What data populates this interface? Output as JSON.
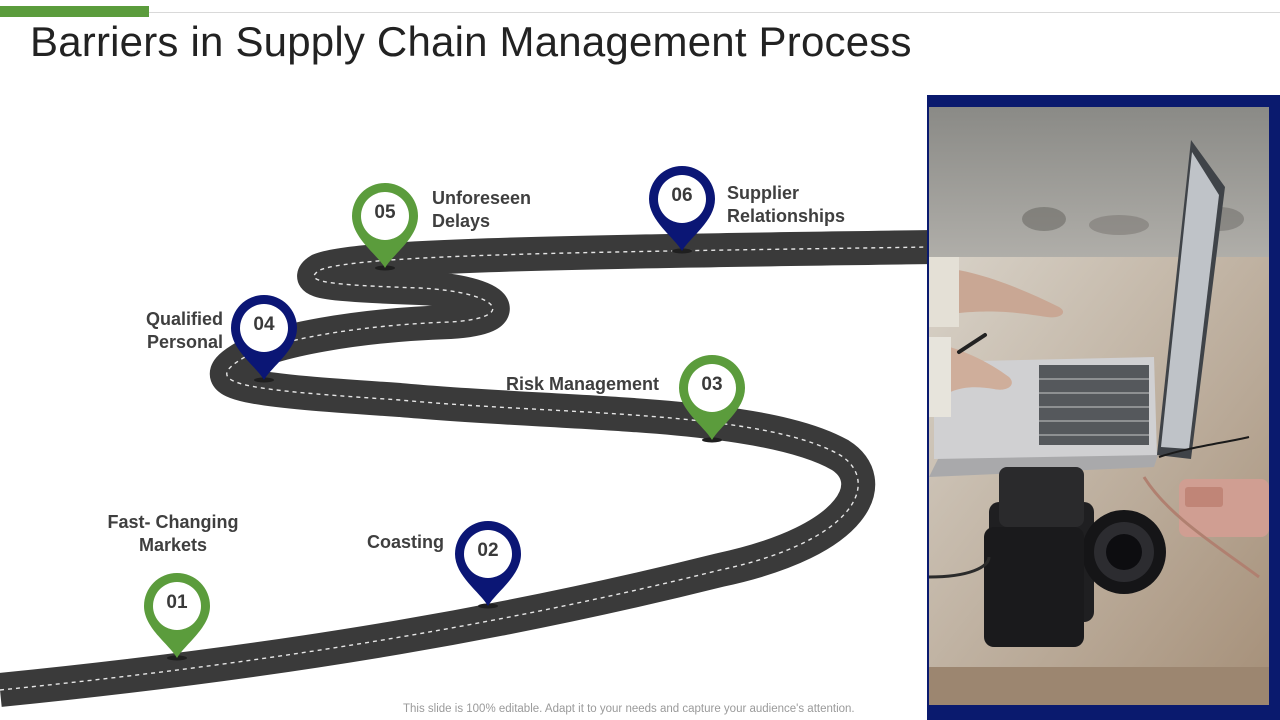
{
  "slide": {
    "title": "Barriers in Supply Chain Management Process",
    "footer": "This slide is 100% editable. Adapt it to your needs and capture your audience's attention."
  },
  "colors": {
    "accent_green": "#5b9c3c",
    "navy": "#0b1675",
    "road": "#3a3a3a",
    "road_dash": "#e6e6e6",
    "photo_frame": "#0a1a6e"
  },
  "icons": {
    "marker": "map-pin-icon",
    "photo": "laptop-camera-photo"
  },
  "milestones": [
    {
      "number": "01",
      "label_lines": [
        "Fast- Changing",
        "Markets"
      ],
      "pin_color": "green"
    },
    {
      "number": "02",
      "label_lines": [
        "Coasting"
      ],
      "pin_color": "navy"
    },
    {
      "number": "03",
      "label_lines": [
        "Risk Management"
      ],
      "pin_color": "green"
    },
    {
      "number": "04",
      "label_lines": [
        "Qualified",
        "Personal"
      ],
      "pin_color": "navy"
    },
    {
      "number": "05",
      "label_lines": [
        "Unforeseen",
        "Delays"
      ],
      "pin_color": "green"
    },
    {
      "number": "06",
      "label_lines": [
        "Supplier",
        "Relationships"
      ],
      "pin_color": "navy"
    }
  ]
}
